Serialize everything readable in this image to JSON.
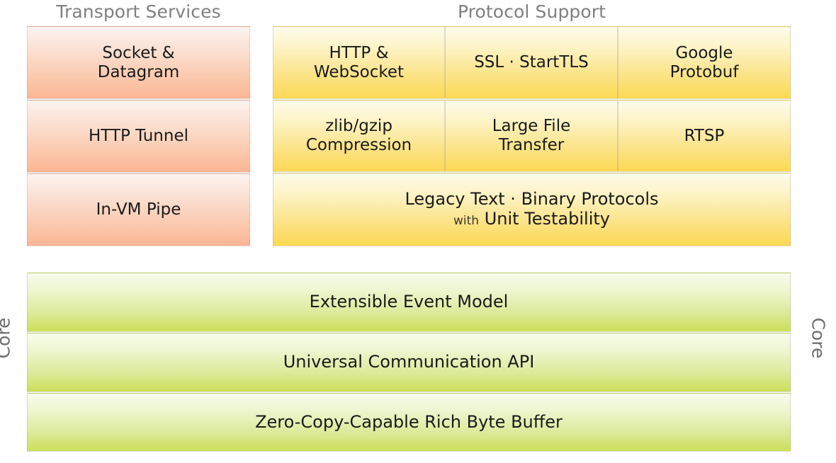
{
  "diagram": {
    "sections": {
      "transport": {
        "header": "Transport Services",
        "rows": [
          {
            "line1": "Socket &",
            "line2": "Datagram"
          },
          {
            "line1": "HTTP Tunnel",
            "line2": ""
          },
          {
            "line1": "In-VM Pipe",
            "line2": ""
          }
        ]
      },
      "protocol": {
        "header": "Protocol Support",
        "row1": [
          {
            "line1": "HTTP &",
            "line2": "WebSocket"
          },
          {
            "line1": "SSL · StartTLS",
            "line2": ""
          },
          {
            "line1": "Google",
            "line2": "Protobuf"
          }
        ],
        "row2": [
          {
            "line1": "zlib/gzip",
            "line2": "Compression"
          },
          {
            "line1": "Large File",
            "line2": "Transfer"
          },
          {
            "line1": "RTSP",
            "line2": ""
          }
        ],
        "row3": {
          "line1": "Legacy Text · Binary Protocols",
          "line2_small": "with",
          "line2_main": "Unit Testability"
        }
      },
      "core": {
        "label_left": "Core",
        "label_right": "Core",
        "rows": [
          "Extensible Event Model",
          "Universal Communication API",
          "Zero-Copy-Capable Rich Byte Buffer"
        ]
      }
    },
    "colors": {
      "header_text": "#808080",
      "transport_accent": "#fcb695",
      "protocol_accent": "#fcd952",
      "core_accent": "#ccdf57",
      "body_text": "#1a1a1a"
    }
  }
}
